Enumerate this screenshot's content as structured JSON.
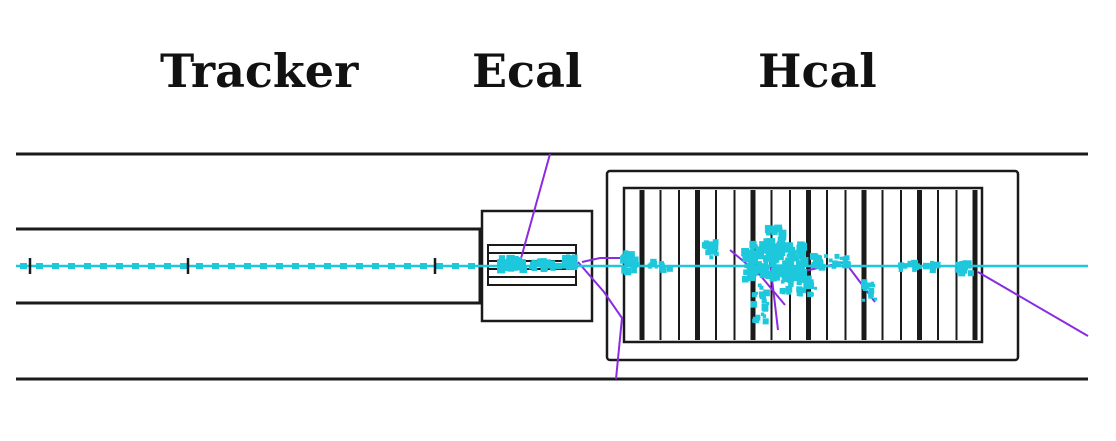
{
  "labels": {
    "tracker": "Tracker",
    "ecal": "Ecal",
    "hcal": "Hcal"
  },
  "colors": {
    "outline": "#1a1a1a",
    "beam_track": "#1ec8dc",
    "deposit": "#1ec8dc",
    "secondary_track": "#8a2be2"
  }
}
